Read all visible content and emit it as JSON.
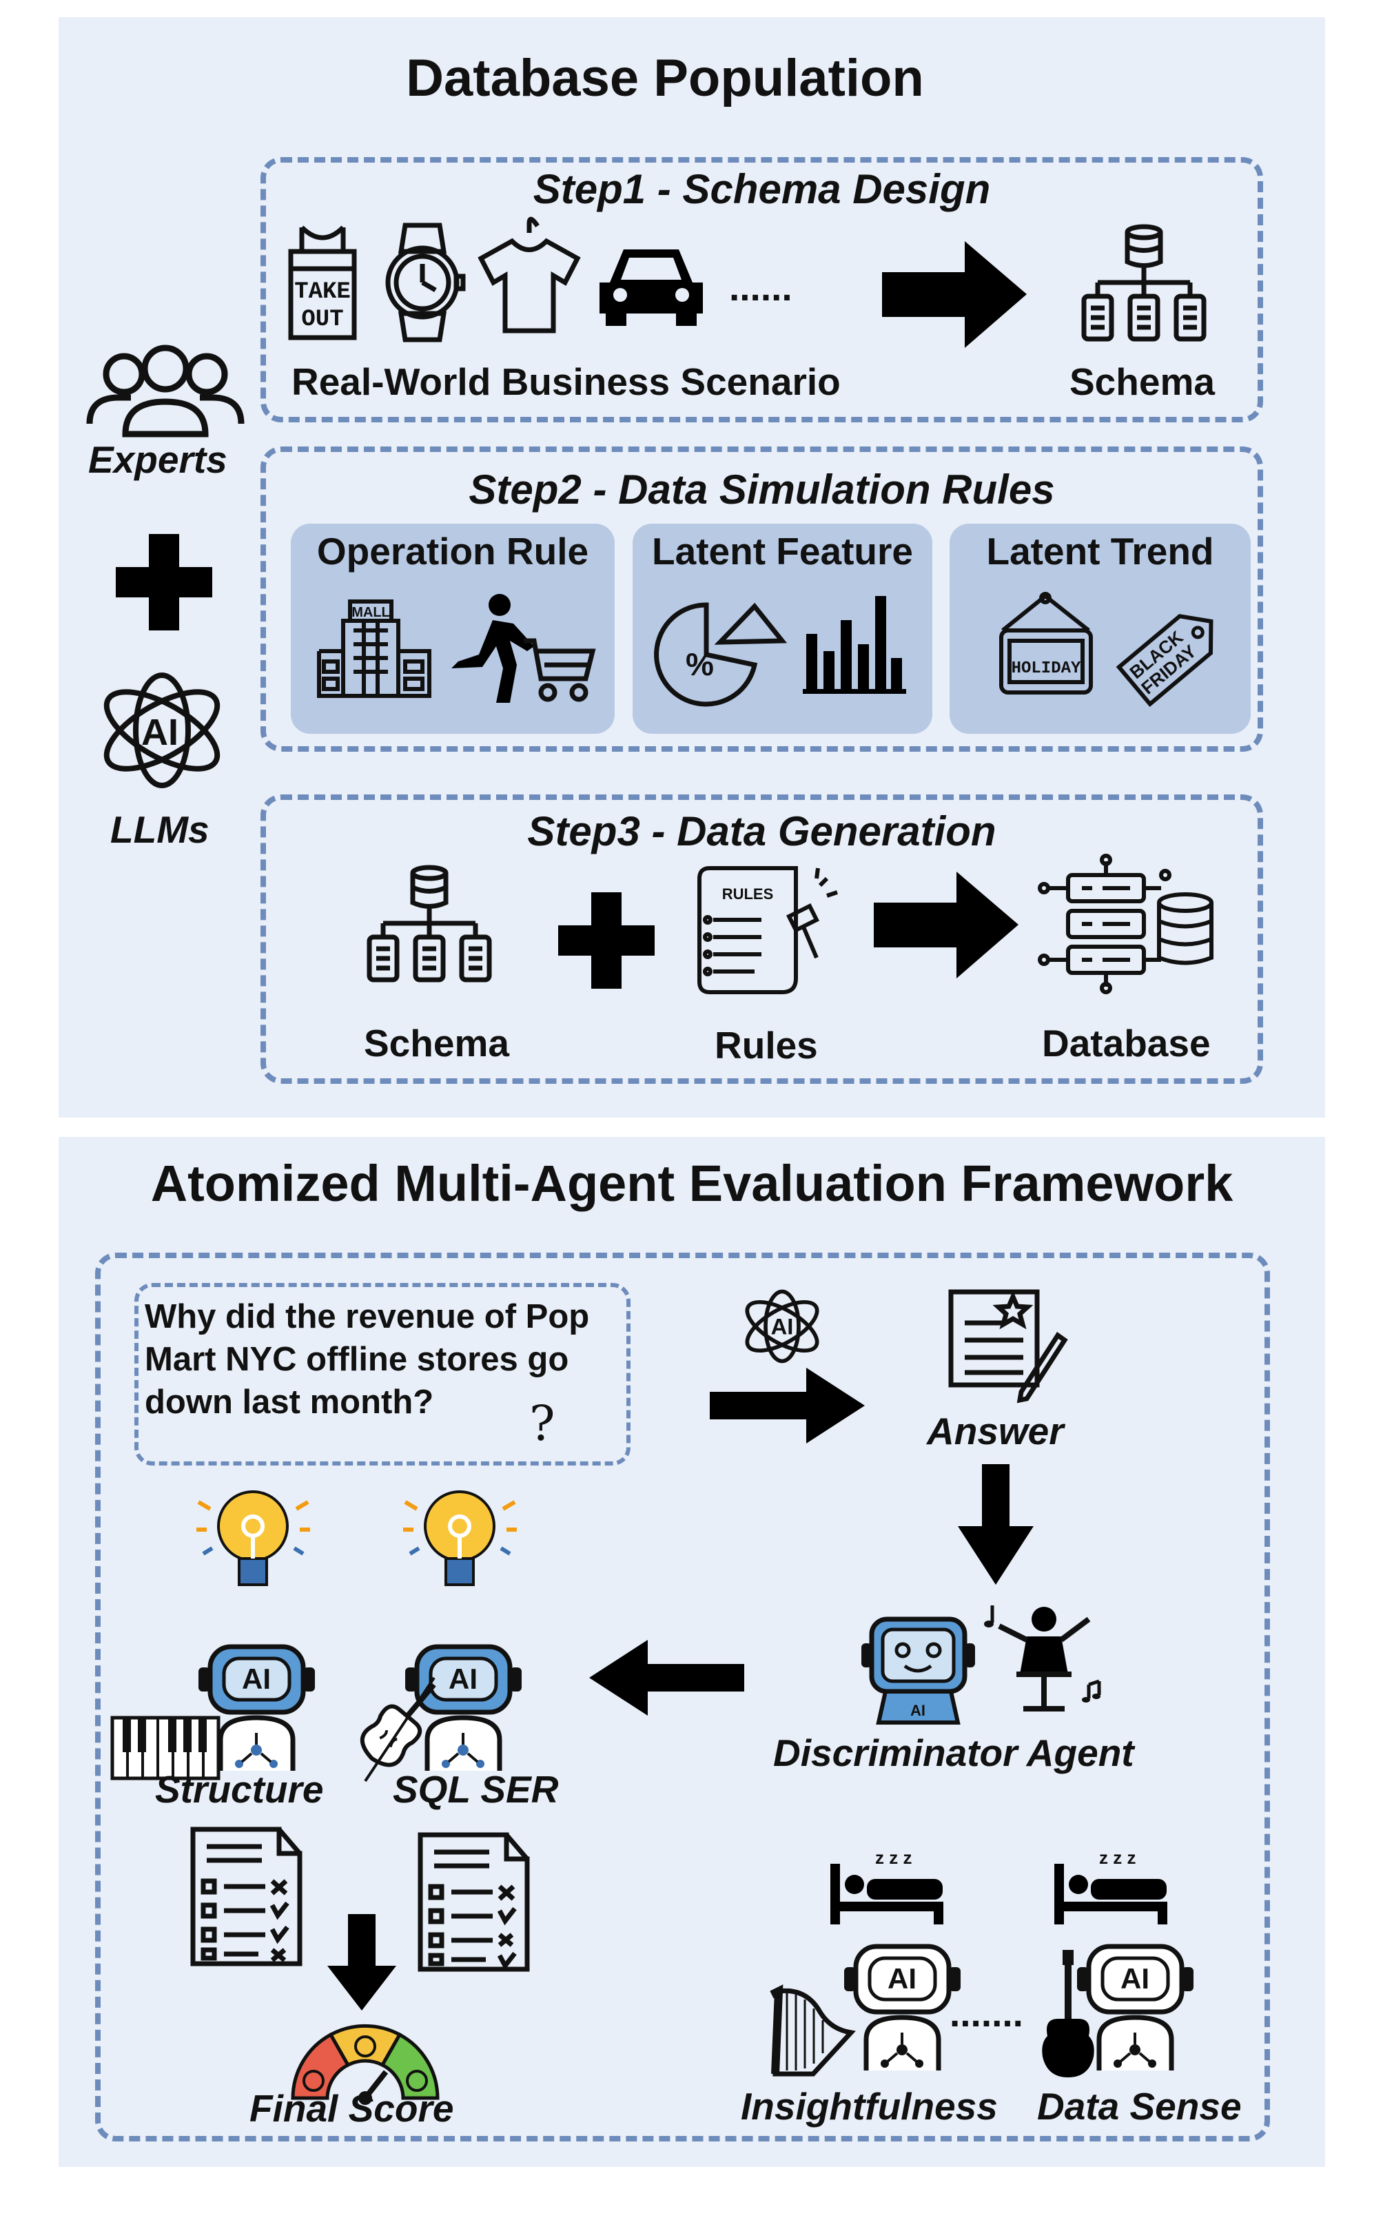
{
  "top": {
    "title": "Database Population",
    "experts_label": "Experts",
    "llms_label": "LLMs",
    "ai_text": "AI",
    "step1": {
      "title": "Step1 - Schema Design",
      "scenario_label": "Real-World Business Scenario",
      "ellipsis": "......",
      "schema_label": "Schema",
      "takeout_text": [
        "TAKE",
        "OUT"
      ]
    },
    "step2": {
      "title": "Step2 - Data Simulation Rules",
      "boxes": [
        {
          "label": "Operation Rule",
          "mall_text": "MALL"
        },
        {
          "label": "Latent Feature",
          "percent_text": "%"
        },
        {
          "label": "Latent Trend",
          "holiday_text": "HOLIDAY",
          "tag_text": [
            "BLACK",
            "FRIDAY"
          ]
        }
      ]
    },
    "step3": {
      "title": "Step3 - Data Generation",
      "schema_label": "Schema",
      "rules_label": "Rules",
      "rules_icon_text": "RULES",
      "database_label": "Database"
    }
  },
  "bottom": {
    "title": "Atomized Multi-Agent Evaluation Framework",
    "question_lines": [
      "Why did the revenue of Pop",
      "Mart NYC offline stores go",
      "down last month?"
    ],
    "question_mark": "?",
    "answer_label": "Answer",
    "discriminator_label": "Discriminator Agent",
    "structure_label": "Structure",
    "sql_ser_label": "SQL SER",
    "final_score_label": "Final Score",
    "insightfulness_label": "Insightfulness",
    "data_sense_label": "Data Sense",
    "ellipsis": ".......",
    "ai_text": "AI",
    "zzz": "z z z"
  },
  "colors": {
    "panel_bg": "#e9eff8",
    "dashed_border": "#6d8cbc",
    "sub_box": "#b8c9e4",
    "robot_screen": "#5b9bd5",
    "bulb": "#f9c63a",
    "gauge_red": "#e85d4a",
    "gauge_yellow": "#f4c23c",
    "gauge_green": "#6cc24a"
  }
}
